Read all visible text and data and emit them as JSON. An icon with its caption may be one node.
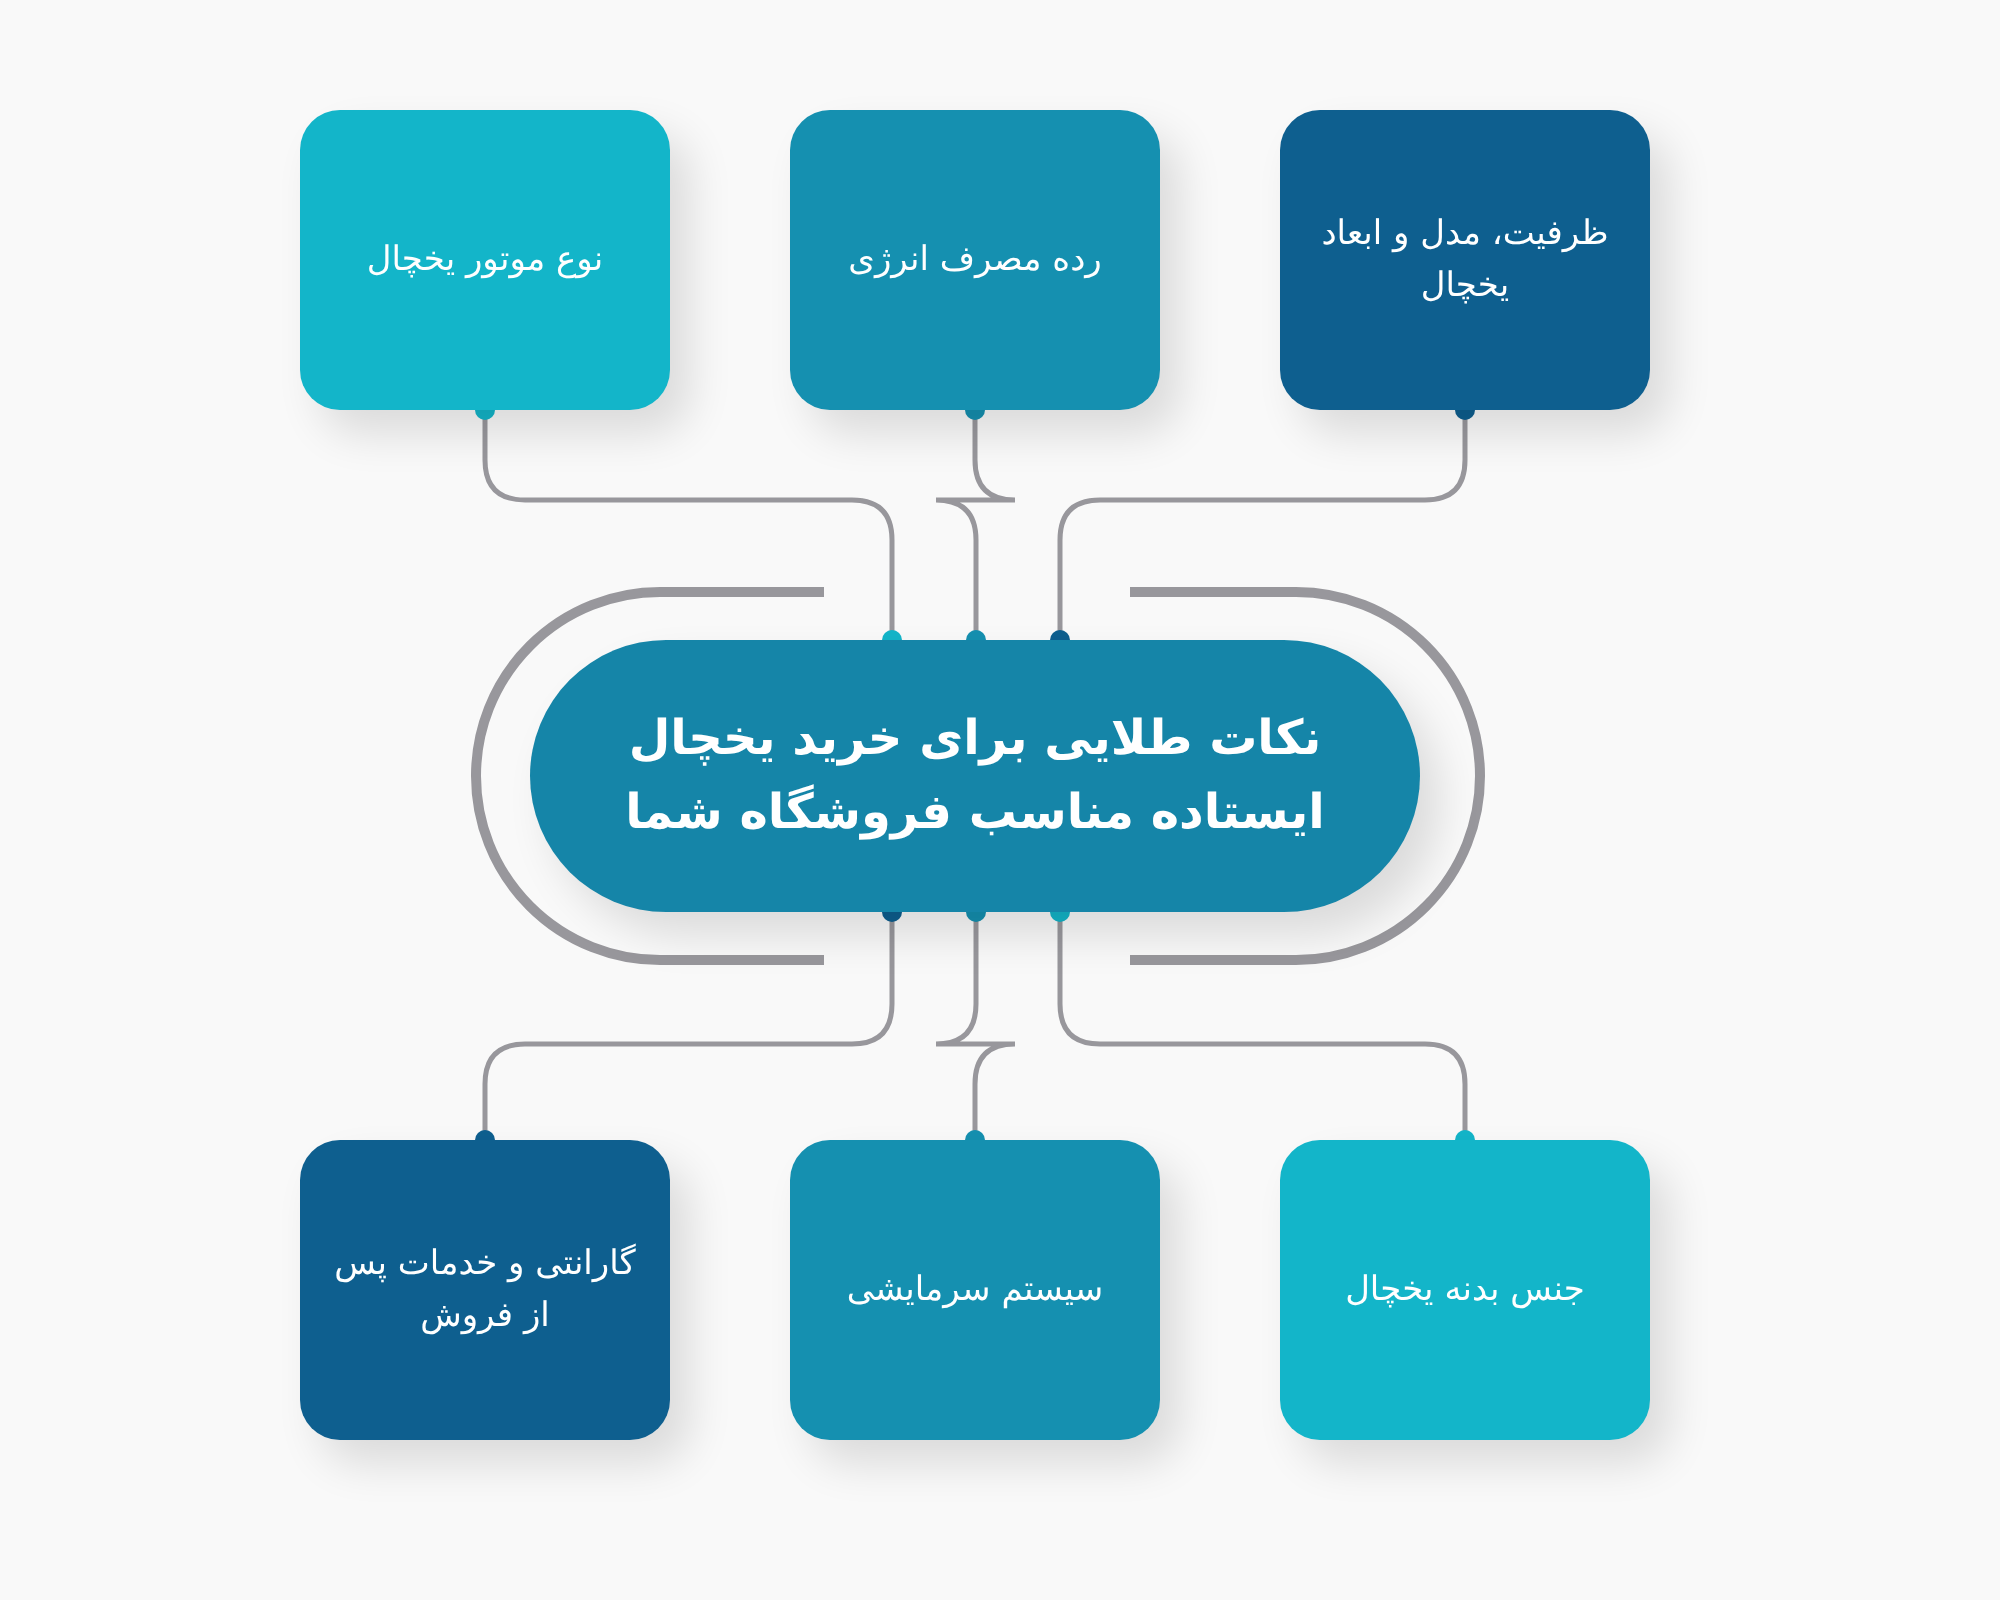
{
  "diagram": {
    "nodes": [
      {
        "text": [
          "نکات طلایی برای خرید یخچال ایستاده مناسب فروشگاه شما"
        ]
      },
      {
        "text": [
          "نوع موتور یخچال"
        ]
      },
      {
        "text": [
          "رده مصرف انرژی"
        ]
      },
      {
        "text": [
          "ظرفیت، مدل و ابعاد یخچال"
        ]
      },
      {
        "text": [
          "گارانتی و خدمات پس از فروش"
        ]
      },
      {
        "text": [
          "سیستم سرمایشی"
        ]
      },
      {
        "text": [
          "جنس بدنه یخچال"
        ]
      }
    ],
    "edges": [
      {
        "from": 0,
        "to": 1,
        "arrow": "other"
      },
      {
        "from": 0,
        "to": 2,
        "arrow": "other"
      },
      {
        "from": 0,
        "to": 3,
        "arrow": "other"
      },
      {
        "from": 0,
        "to": 4,
        "arrow": "other"
      },
      {
        "from": 0,
        "to": 5,
        "arrow": "other"
      },
      {
        "from": 0,
        "to": 6,
        "arrow": "other"
      }
    ]
  }
}
